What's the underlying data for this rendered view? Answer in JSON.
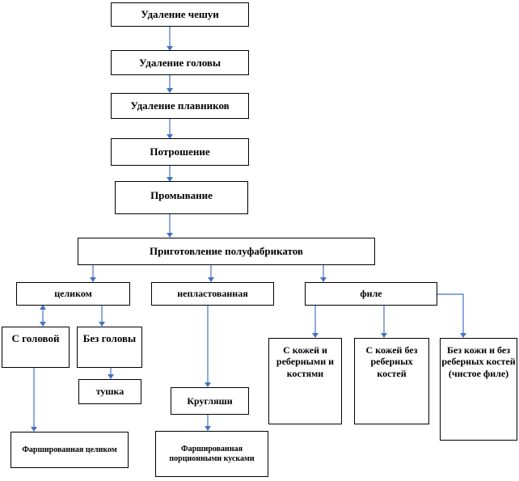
{
  "steps": {
    "scaling": "Удаление чешуи",
    "head_removal": "Удаление головы",
    "fin_removal": "Удаление плавников",
    "gutting": "Потрошение",
    "washing": "Промывание",
    "semi_products": "Приготовление полуфабрикатов"
  },
  "branches": {
    "whole": "целиком",
    "unfilleted": "непластованная",
    "fillet": "филе"
  },
  "whole_options": {
    "with_head": "С головой",
    "without_head": "Без головы",
    "carcass": "тушка",
    "stuffed_whole": "Фаршированная целиком"
  },
  "unfilleted_options": {
    "rounds": "Кругляши",
    "stuffed_portions": "Фаршированная порционными кусками"
  },
  "fillet_options": {
    "skin_and_bones": "С кожей и реберными и костями",
    "skin_no_bones": "С кожей без реберных костей",
    "clean_fillet": "Без кожи и без реберных костей (чистое филе)"
  }
}
